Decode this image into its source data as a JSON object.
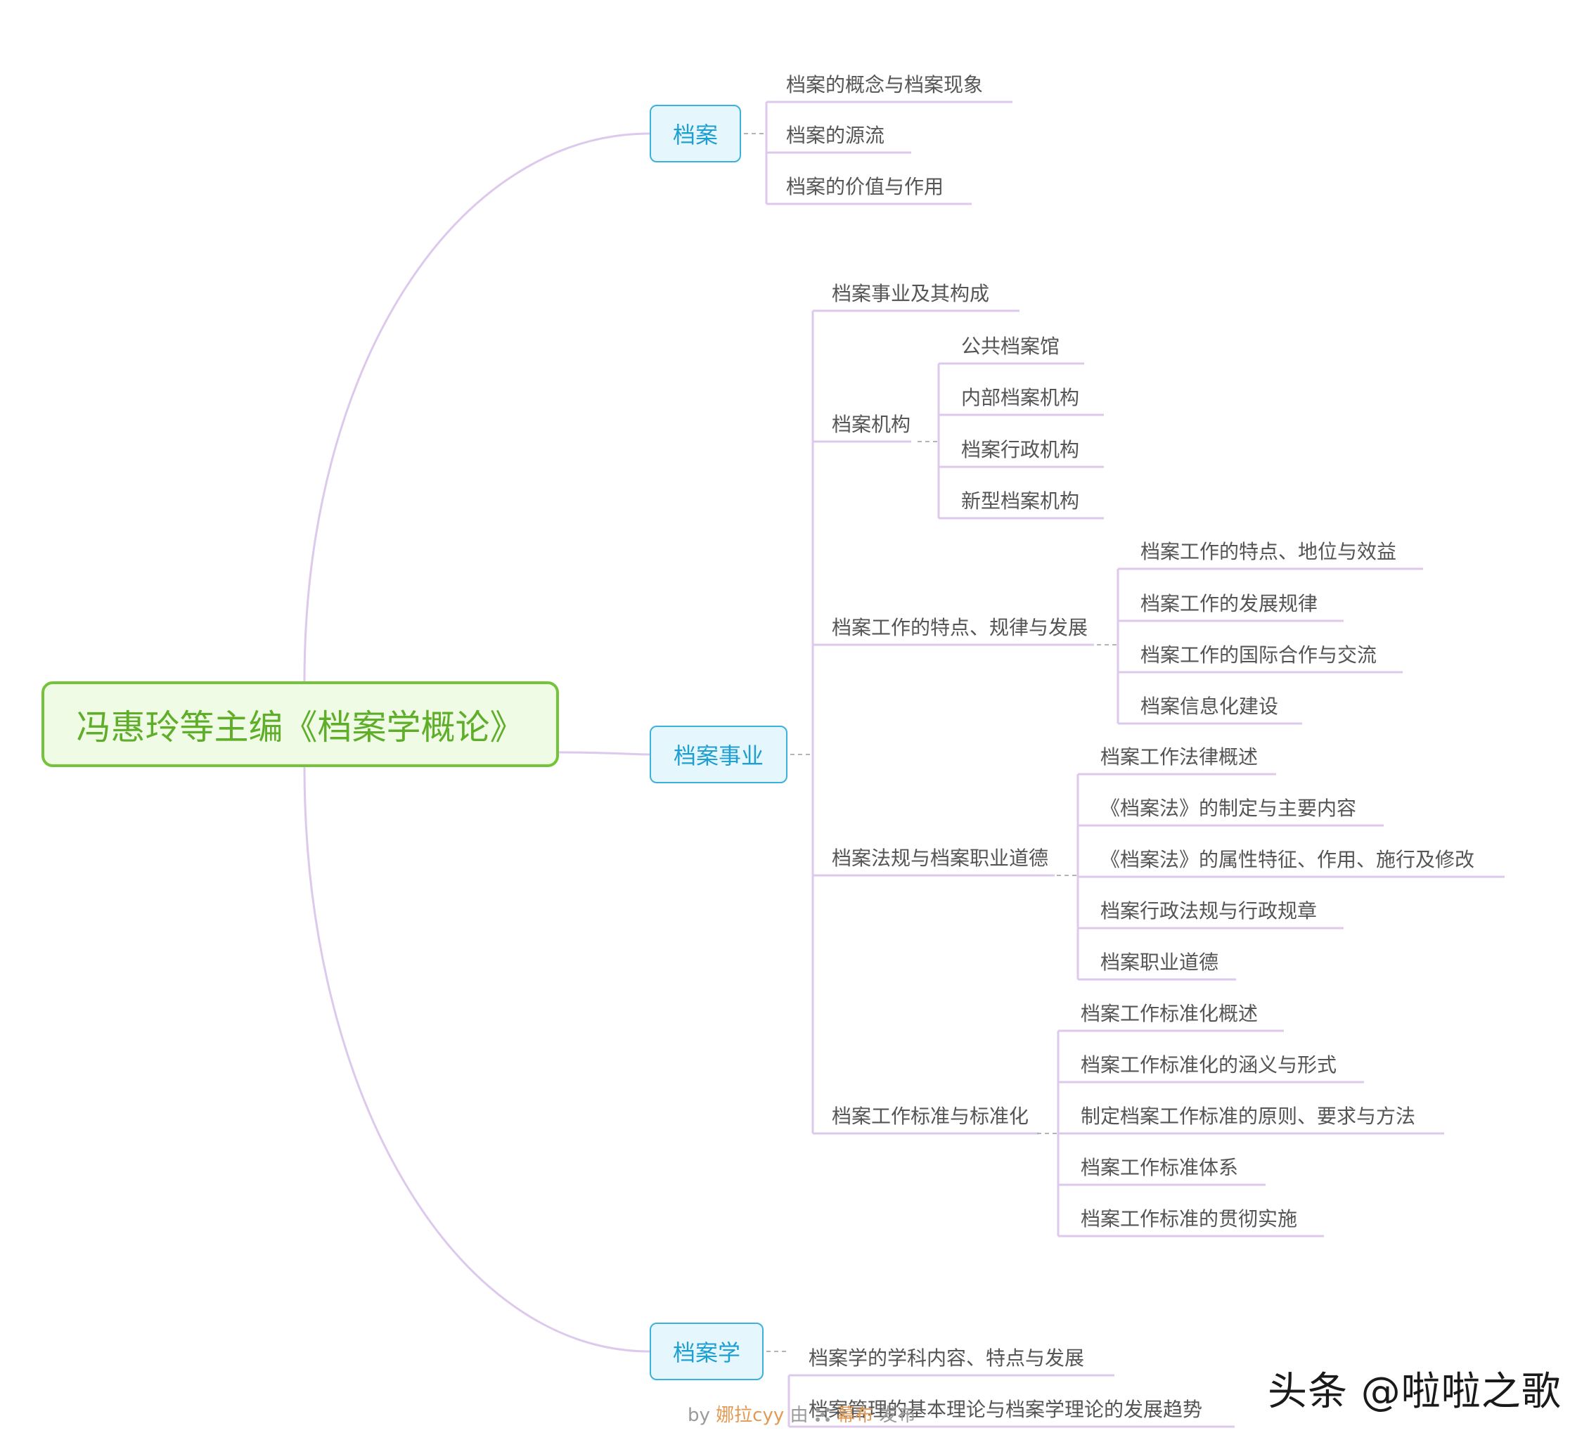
{
  "root": {
    "label": "冯惠玲等主编《档案学概论》"
  },
  "branches": [
    {
      "label": "档案",
      "children": [
        {
          "label": "档案的概念与档案现象"
        },
        {
          "label": "档案的源流"
        },
        {
          "label": "档案的价值与作用"
        }
      ]
    },
    {
      "label": "档案事业",
      "children": [
        {
          "label": "档案事业及其构成"
        },
        {
          "label": "档案机构",
          "children": [
            {
              "label": "公共档案馆"
            },
            {
              "label": "内部档案机构"
            },
            {
              "label": "档案行政机构"
            },
            {
              "label": "新型档案机构"
            }
          ]
        },
        {
          "label": "档案工作的特点、规律与发展",
          "children": [
            {
              "label": "档案工作的特点、地位与效益"
            },
            {
              "label": "档案工作的发展规律"
            },
            {
              "label": "档案工作的国际合作与交流"
            },
            {
              "label": "档案信息化建设"
            }
          ]
        },
        {
          "label": "档案法规与档案职业道德",
          "children": [
            {
              "label": "档案工作法律概述"
            },
            {
              "label": "《档案法》的制定与主要内容"
            },
            {
              "label": "《档案法》的属性特征、作用、施行及修改"
            },
            {
              "label": "档案行政法规与行政规章"
            },
            {
              "label": "档案职业道德"
            }
          ]
        },
        {
          "label": "档案工作标准与标准化",
          "children": [
            {
              "label": "档案工作标准化概述"
            },
            {
              "label": "档案工作标准化的涵义与形式"
            },
            {
              "label": "制定档案工作标准的原则、要求与方法"
            },
            {
              "label": "档案工作标准体系"
            },
            {
              "label": "档案工作标准的贯彻实施"
            }
          ]
        }
      ]
    },
    {
      "label": "档案学",
      "children": [
        {
          "label": "档案学的学科内容、特点与发展"
        },
        {
          "label": "档案管理的基本理论与档案学理论的发展趋势"
        }
      ]
    }
  ],
  "credit": {
    "by": "by",
    "author": "娜拉cyy",
    "via": "由",
    "brand": "幕布",
    "publish": "发布"
  },
  "watermark": {
    "text": "头条 @啦啦之歌"
  },
  "colors": {
    "edge": "#dcc9ec",
    "root_border": "#74c43b",
    "root_text": "#5fae2a",
    "main_border": "#3ab2dc",
    "main_text": "#1d9fd1",
    "leaf_text": "#555555"
  }
}
